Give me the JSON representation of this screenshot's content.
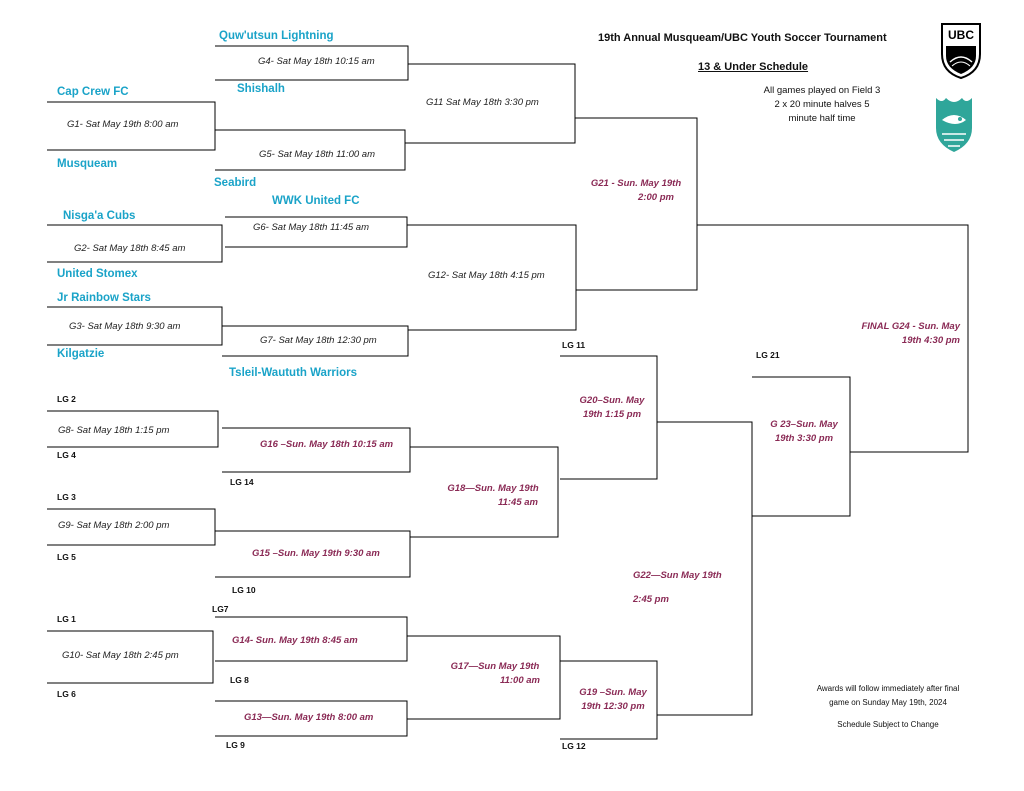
{
  "header": {
    "title": "19th Annual Musqueam/UBC Youth Soccer Tournament",
    "subtitle": "13 & Under Schedule",
    "field_note": "All games played on Field 3",
    "halves_note": "2 x 20 minute halves 5",
    "halftime_note": "minute half time"
  },
  "logos": {
    "ubc": "UBC"
  },
  "colors": {
    "team": "#1aa3c8",
    "later_game": "#8a2a55",
    "line": "#000000"
  },
  "teams": {
    "quwutsun": "Quw'utsun Lightning",
    "shishalh": "Shishalh",
    "capcrew": "Cap Crew FC",
    "musqueam": "Musqueam",
    "seabird": "Seabird",
    "wwk": "WWK United FC",
    "nisgaa": "Nisga'a Cubs",
    "unitedstomex": "United Stomex",
    "jrrainbow": "Jr Rainbow Stars",
    "kilgatzie": "Kilgatzie",
    "tsleil": "Tsleil-Waututh Warriors"
  },
  "games": {
    "g1": "G1- Sat May 19th 8:00 am",
    "g2": "G2- Sat May 18th 8:45 am",
    "g3": "G3- Sat May 18th 9:30 am",
    "g4": "G4- Sat May 18th 10:15 am",
    "g5": "G5- Sat May 18th 11:00 am",
    "g6": "G6- Sat May 18th 11:45 am",
    "g7": "G7- Sat May 18th 12:30 pm",
    "g8": "G8- Sat May 18th 1:15 pm",
    "g9": "G9- Sat May 18th 2:00 pm",
    "g10": "G10- Sat May 18th 2:45 pm",
    "g11": "G11 Sat May 18th 3:30 pm",
    "g12": "G12- Sat May 18th 4:15 pm",
    "g13": "G13—Sun. May 19th 8:00 am",
    "g14": "G14- Sun. May 19th 8:45 am",
    "g15": "G15 –Sun. May 19th 9:30 am",
    "g16": "G16 –Sun. May 18th 10:15 am",
    "g17a": "G17—Sun May 19th",
    "g17b": "11:00 am",
    "g18a": "G18—Sun. May 19th",
    "g18b": "11:45 am",
    "g19a": "G19 –Sun. May",
    "g19b": "19th 12:30 pm",
    "g20a": "G20–Sun. May",
    "g20b": "19th 1:15 pm",
    "g21a": "G21 - Sun. May 19th",
    "g21b": "2:00 pm",
    "g22a": "G22—Sun May 19th",
    "g22b": "2:45 pm",
    "g23a": "G 23–Sun. May",
    "g23b": "19th 3:30 pm",
    "g24a": "FINAL G24 - Sun. May",
    "g24b": "19th 4:30 pm"
  },
  "labels": {
    "lg1": "LG 1",
    "lg2": "LG 2",
    "lg3": "LG 3",
    "lg4": "LG 4",
    "lg5": "LG 5",
    "lg6": "LG 6",
    "lg7": "LG7",
    "lg8": "LG 8",
    "lg9": "LG 9",
    "lg10": "LG 10",
    "lg11": "LG 11",
    "lg12": "LG 12",
    "lg14": "LG 14",
    "lg21": "LG 21"
  },
  "footer": {
    "awards1": "Awards will follow immediately after final",
    "awards2": "game on Sunday May 19th, 2024",
    "subject": "Schedule Subject to Change"
  }
}
